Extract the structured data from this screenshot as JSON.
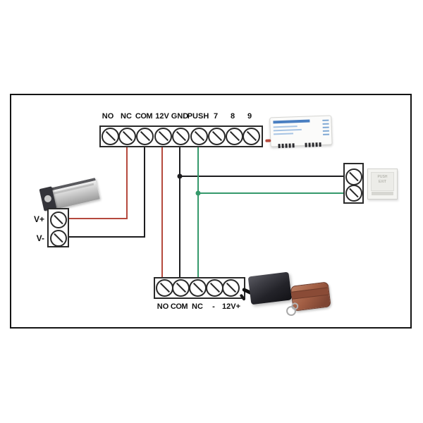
{
  "colors": {
    "wire_red": "#b5493d",
    "wire_black": "#1d1d1f",
    "wire_green": "#35996b",
    "frame": "#141414",
    "psu_blue": "#4a7fc1"
  },
  "top_strip": {
    "labels": [
      "NO",
      "NC",
      "COM",
      "12V",
      "GND",
      "PUSH",
      "7",
      "8",
      "9"
    ]
  },
  "bottom_strip": {
    "labels": [
      "NO",
      "COM",
      "NC",
      "-",
      "12V+"
    ]
  },
  "maglock": {
    "terminals": [
      "V+",
      "V-"
    ]
  },
  "exit_button": {
    "lines": [
      "PUSH",
      "EXIT"
    ]
  },
  "wiring": {
    "connections": [
      {
        "from": "controller.NC",
        "to": "maglock.V+",
        "color": "red"
      },
      {
        "from": "controller.COM",
        "to": "maglock.V-",
        "color": "black"
      },
      {
        "from": "controller.12V",
        "to": "relay.NO",
        "color": "red"
      },
      {
        "from": "controller.GND",
        "to": "relay.COM",
        "color": "black"
      },
      {
        "from": "controller.GND",
        "to": "exit_button.1",
        "color": "black"
      },
      {
        "from": "controller.PUSH",
        "to": "relay.NC",
        "color": "green"
      },
      {
        "from": "controller.PUSH",
        "to": "exit_button.2",
        "color": "green"
      }
    ]
  }
}
